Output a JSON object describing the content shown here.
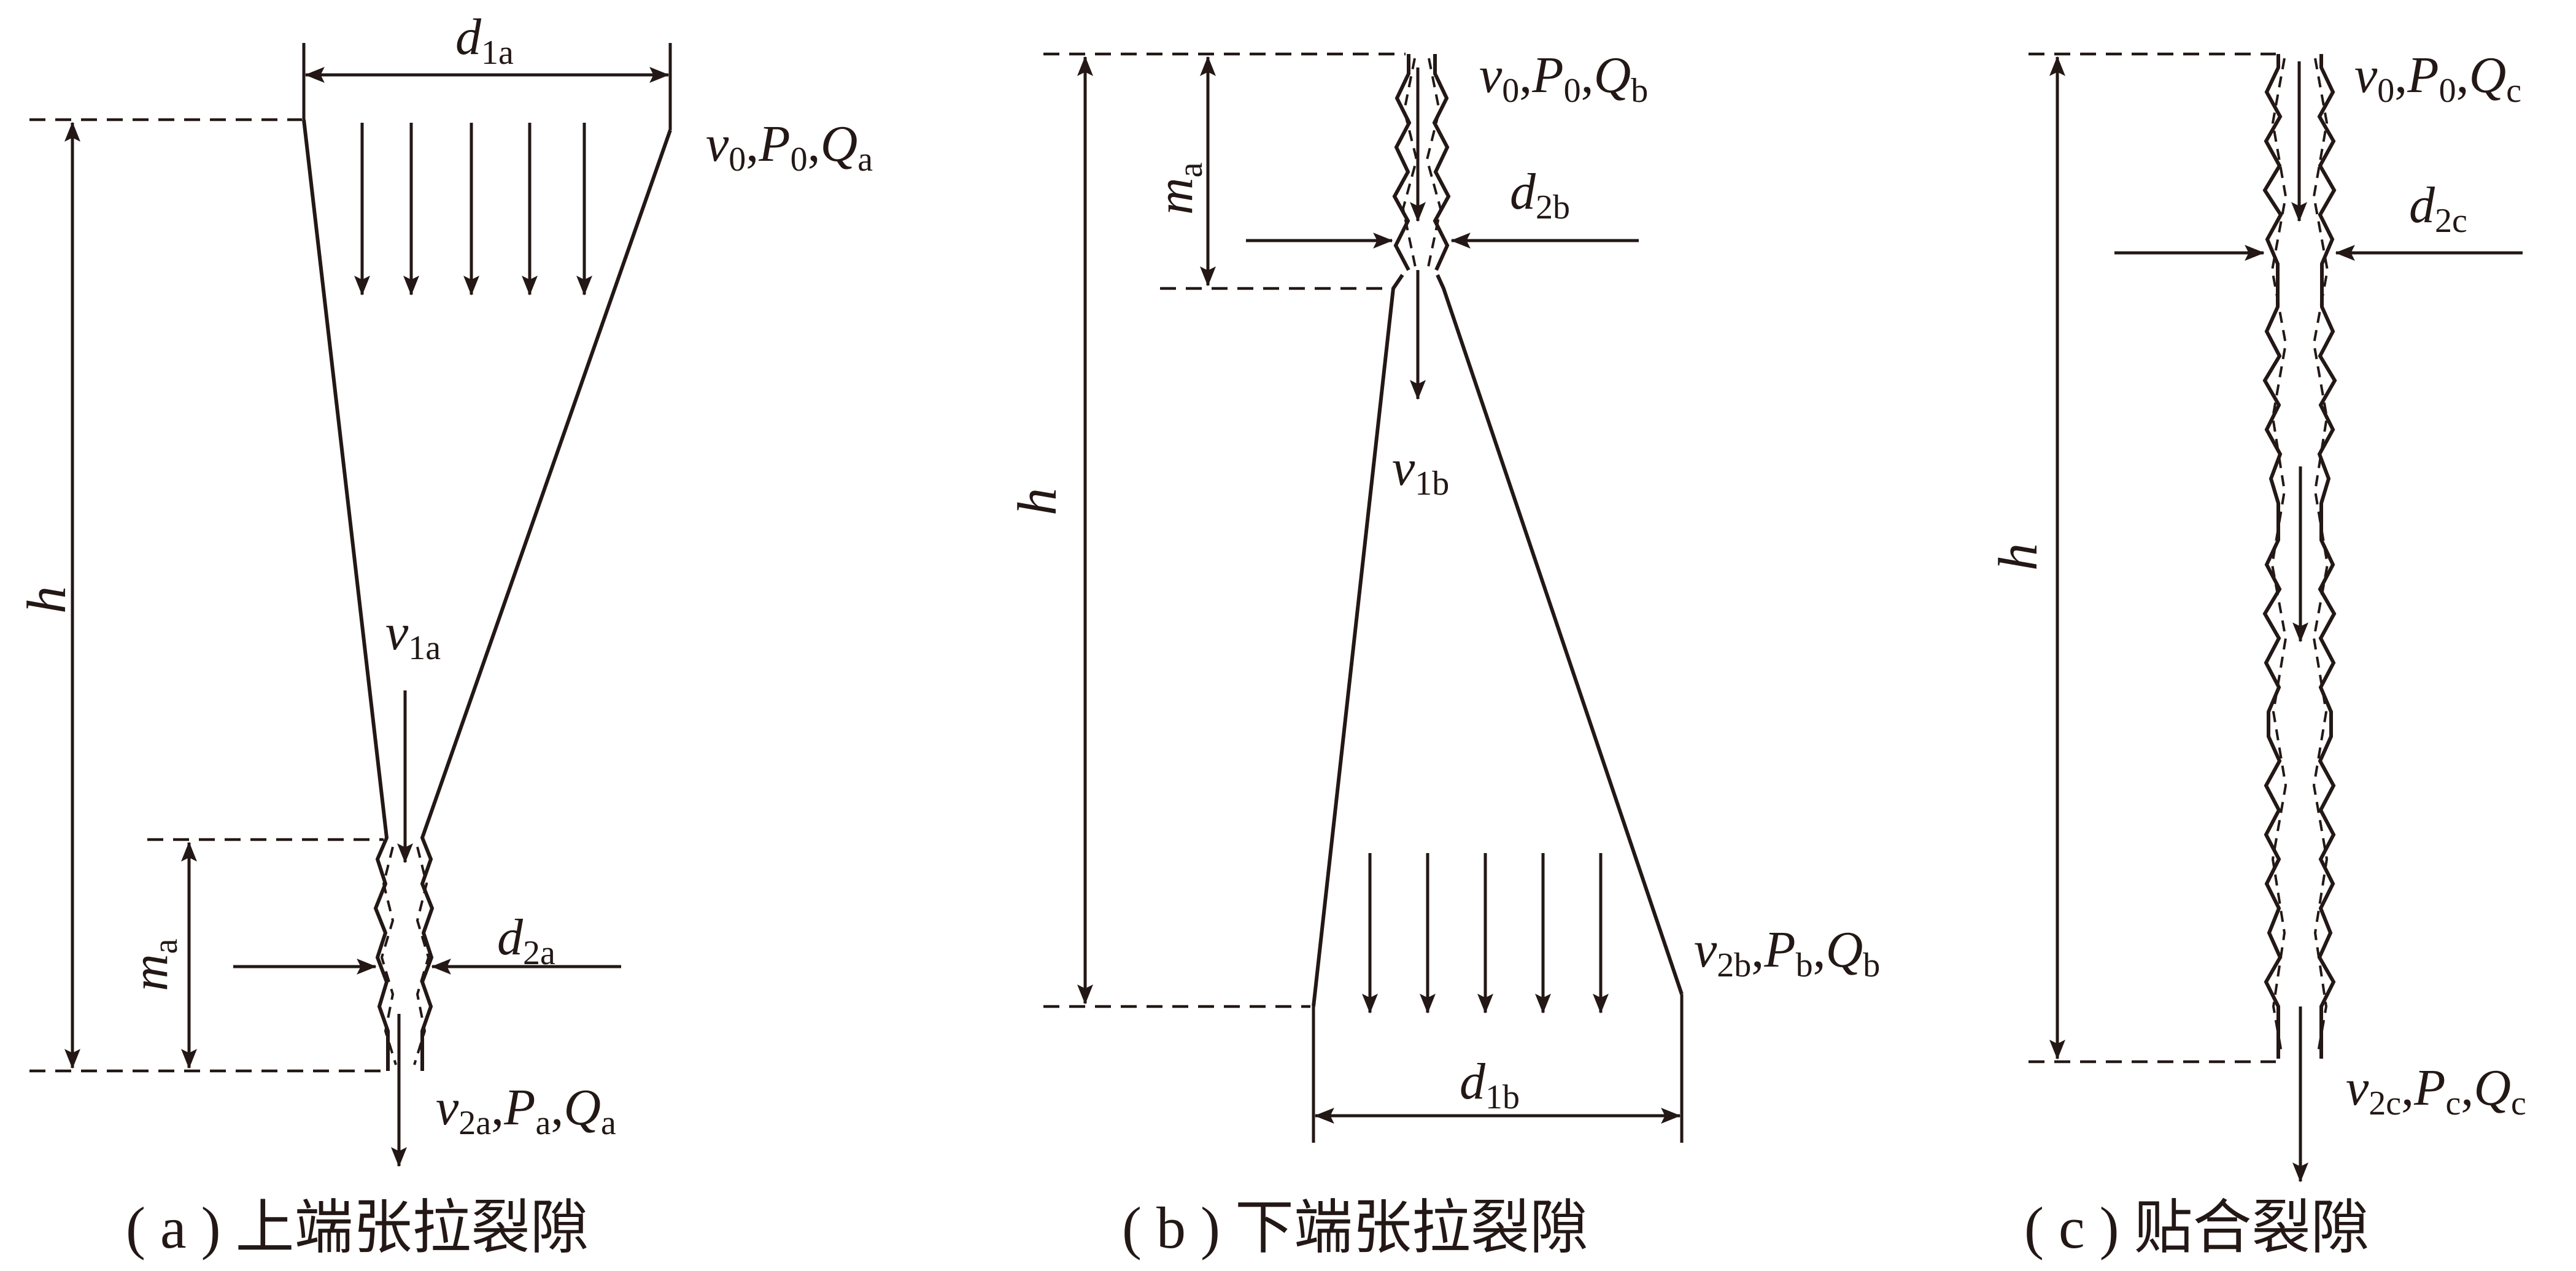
{
  "panel_a": {
    "top_width": {
      "main": "d",
      "sub": "1a"
    },
    "top_flow": [
      {
        "main": "v",
        "sub": "0",
        "italic": true
      },
      {
        "main": ","
      },
      {
        "main": "P",
        "sub": "0",
        "italic": true
      },
      {
        "main": ","
      },
      {
        "main": "Q",
        "sub": "a",
        "italic": true
      }
    ],
    "height": "h",
    "section_height": {
      "main": "m",
      "sub": "a"
    },
    "inner_velocity": {
      "main": "v",
      "sub": "1a"
    },
    "neck_width": {
      "main": "d",
      "sub": "2a"
    },
    "bottom_flow": [
      {
        "main": "v",
        "sub": "2a",
        "italic": true
      },
      {
        "main": ","
      },
      {
        "main": "P",
        "sub": "a",
        "italic": true
      },
      {
        "main": ","
      },
      {
        "main": "Q",
        "sub": "a",
        "italic": true
      }
    ],
    "caption": "( a ) 上端张拉裂隙"
  },
  "panel_b": {
    "top_flow": [
      {
        "main": "v",
        "sub": "0",
        "italic": true
      },
      {
        "main": ","
      },
      {
        "main": "P",
        "sub": "0",
        "italic": true
      },
      {
        "main": ","
      },
      {
        "main": "Q",
        "sub": "b",
        "italic": true
      }
    ],
    "section_height": {
      "main": "m",
      "sub": "a"
    },
    "neck_width": {
      "main": "d",
      "sub": "2b"
    },
    "inner_velocity": {
      "main": "v",
      "sub": "1b"
    },
    "height": "h",
    "bottom_flow": [
      {
        "main": "v",
        "sub": "2b",
        "italic": true
      },
      {
        "main": ","
      },
      {
        "main": "P",
        "sub": "b",
        "italic": true
      },
      {
        "main": ","
      },
      {
        "main": "Q",
        "sub": "b",
        "italic": true
      }
    ],
    "bottom_width": {
      "main": "d",
      "sub": "1b"
    },
    "caption": "( b ) 下端张拉裂隙"
  },
  "panel_c": {
    "top_flow": [
      {
        "main": "v",
        "sub": "0",
        "italic": true
      },
      {
        "main": ","
      },
      {
        "main": "P",
        "sub": "0",
        "italic": true
      },
      {
        "main": ","
      },
      {
        "main": "Q",
        "sub": "c",
        "italic": true
      }
    ],
    "neck_width": {
      "main": "d",
      "sub": "2c"
    },
    "height": "h",
    "bottom_flow": [
      {
        "main": "v",
        "sub": "2c",
        "italic": true
      },
      {
        "main": ","
      },
      {
        "main": "P",
        "sub": "c",
        "italic": true
      },
      {
        "main": ","
      },
      {
        "main": "Q",
        "sub": "c",
        "italic": true
      }
    ],
    "caption": "( c ) 贴合裂隙"
  }
}
